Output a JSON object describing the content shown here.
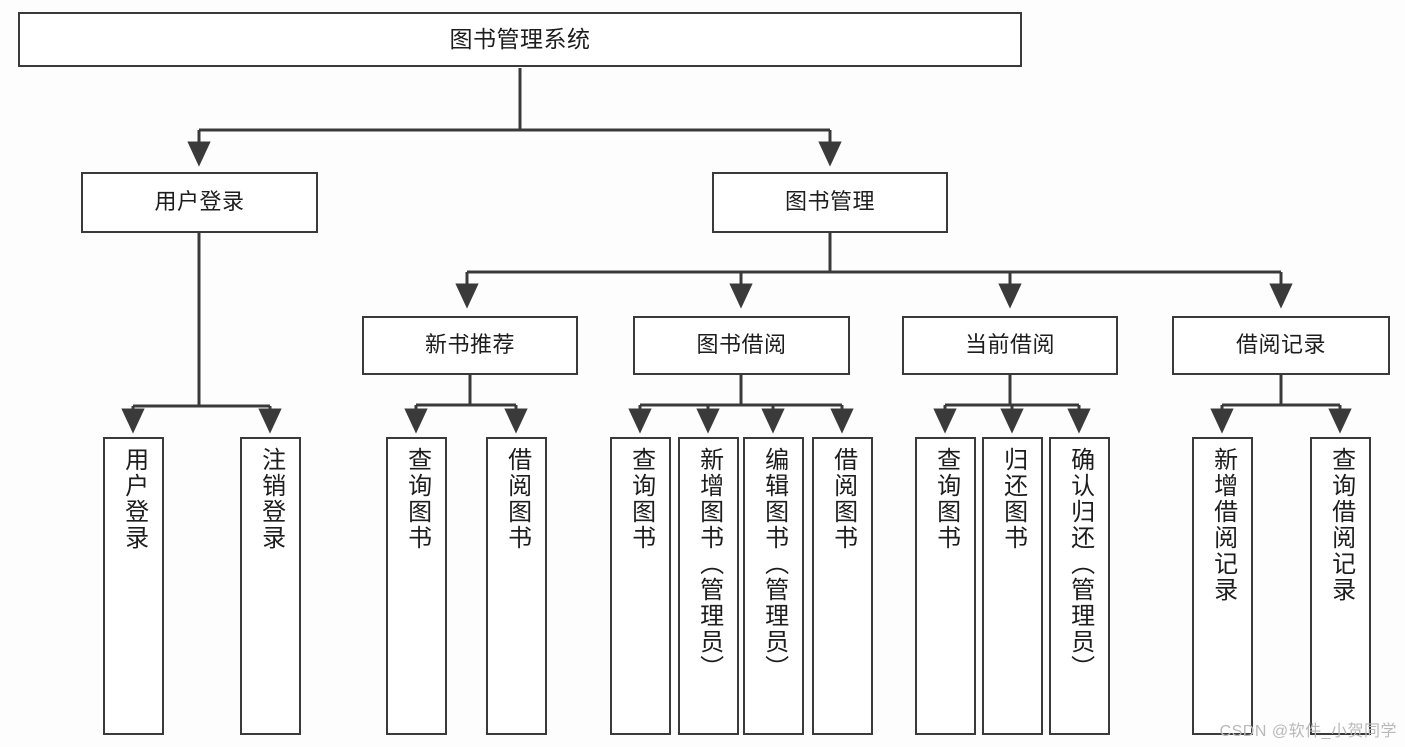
{
  "diagram": {
    "title": "图书管理系统",
    "watermark": "CSDN @软件_小贺同学",
    "line_color": "#3a3a3a",
    "box_fill": "#ffffff",
    "background": "#fdfdfd",
    "text_color": "#1d1d1d"
  },
  "nodes": {
    "root": {
      "label": "图书管理系统"
    },
    "level1": [
      {
        "label": "用户登录"
      },
      {
        "label": "图书管理"
      }
    ],
    "level2": [
      {
        "label": "新书推荐"
      },
      {
        "label": "图书借阅"
      },
      {
        "label": "当前借阅"
      },
      {
        "label": "借阅记录"
      }
    ],
    "leaves": {
      "user_login": [
        {
          "label": "用户登录"
        },
        {
          "label": "注销登录"
        }
      ],
      "new_book_recommend": [
        {
          "label": "查询图书"
        },
        {
          "label": "借阅图书"
        }
      ],
      "book_borrow": [
        {
          "label": "查询图书"
        },
        {
          "label": "新增图书（管理员）"
        },
        {
          "label": "编辑图书（管理员）"
        },
        {
          "label": "借阅图书"
        }
      ],
      "current_borrow": [
        {
          "label": "查询图书"
        },
        {
          "label": "归还图书"
        },
        {
          "label": "确认归还（管理员）"
        }
      ],
      "borrow_record": [
        {
          "label": "新增借阅记录"
        },
        {
          "label": "查询借阅记录"
        }
      ]
    }
  }
}
